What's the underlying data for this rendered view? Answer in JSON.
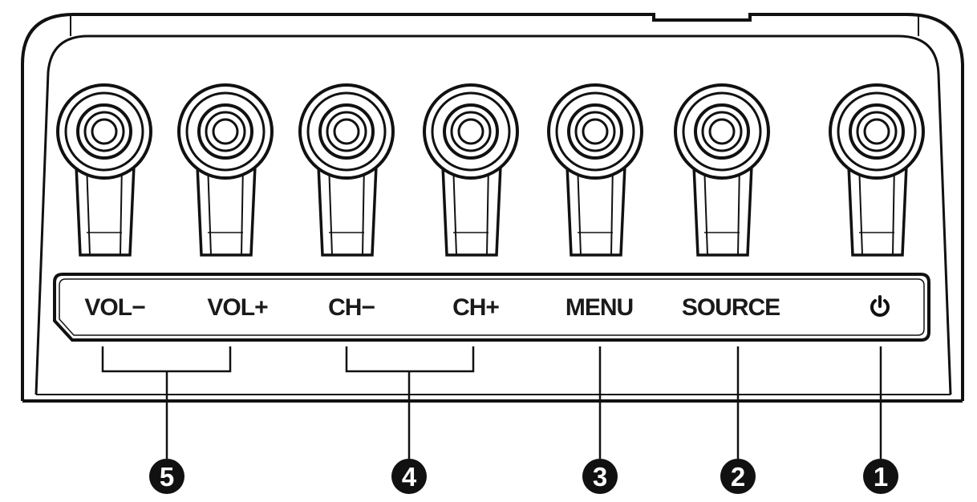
{
  "buttons": [
    {
      "key": "vol_minus",
      "label": "VOL−"
    },
    {
      "key": "vol_plus",
      "label": "VOL+"
    },
    {
      "key": "ch_minus",
      "label": "CH−"
    },
    {
      "key": "ch_plus",
      "label": "CH+"
    },
    {
      "key": "menu",
      "label": "MENU"
    },
    {
      "key": "source",
      "label": "SOURCE"
    },
    {
      "key": "power",
      "label": "",
      "icon": "power-icon"
    }
  ],
  "callouts": [
    "5",
    "4",
    "3",
    "2",
    "1"
  ],
  "colors": {
    "line": "#111111",
    "fill": "#ffffff",
    "callout_bg": "#111111"
  }
}
